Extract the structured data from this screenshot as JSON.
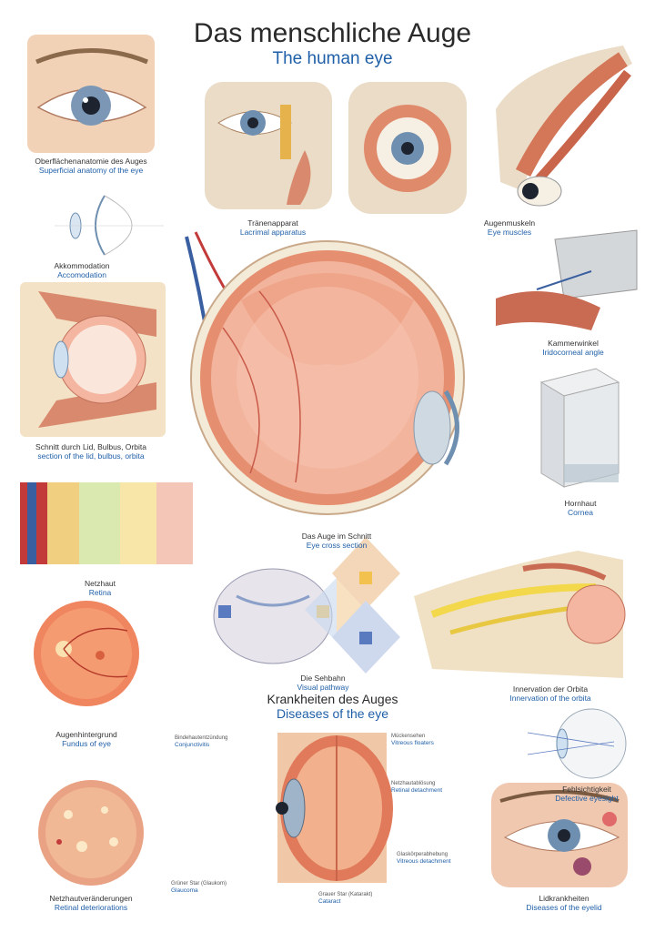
{
  "header": {
    "title_de": "Das menschliche Auge",
    "title_en": "The human eye"
  },
  "captions": [
    {
      "id": "superficial",
      "de": "Oberflächenanatomie des Auges",
      "en": "Superficial anatomy of the eye"
    },
    {
      "id": "lacrimal",
      "de": "Tränenapparat",
      "en": "Lacrimal apparatus"
    },
    {
      "id": "muscles",
      "de": "Augenmuskeln",
      "en": "Eye muscles"
    },
    {
      "id": "accommodation",
      "de": "Akkommodation",
      "en": "Accomodation"
    },
    {
      "id": "iridocorneal",
      "de": "Kammerwinkel",
      "en": "Iridocorneal angle"
    },
    {
      "id": "section",
      "de": "Schnitt durch Lid, Bulbus, Orbita",
      "en": "section of the lid, bulbus, orbita"
    },
    {
      "id": "cornea",
      "de": "Hornhaut",
      "en": "Cornea"
    },
    {
      "id": "cross",
      "de": "Das Auge im Schnitt",
      "en": "Eye cross section"
    },
    {
      "id": "retina",
      "de": "Netzhaut",
      "en": "Retina"
    },
    {
      "id": "visual",
      "de": "Die Sehbahn",
      "en": "Visual pathway"
    },
    {
      "id": "orbita",
      "de": "Innervation der Orbita",
      "en": "Innervation of the orbita"
    },
    {
      "id": "fundus",
      "de": "Augenhintergrund",
      "en": "Fundus of eye"
    },
    {
      "id": "defective",
      "de": "Fehlsichtigkeit",
      "en": "Defective eyesight"
    },
    {
      "id": "deterior",
      "de": "Netzhautveränderungen",
      "en": "Retinal deteriorations"
    },
    {
      "id": "eyelid",
      "de": "Lidkrankheiten",
      "en": "Diseases of the eyelid"
    }
  ],
  "diseases": {
    "title_de": "Krankheiten des Auges",
    "title_en": "Diseases of the eye",
    "labels": [
      {
        "de": "Bindehautentzündung",
        "en": "Conjunctivitis"
      },
      {
        "de": "Mückensehen",
        "en": "Vitreous floaters"
      },
      {
        "de": "Netzhautablösung",
        "en": "Retinal detachment"
      },
      {
        "de": "Glaskörperabhebung",
        "en": "Vitreous detachment"
      },
      {
        "de": "Grüner Star (Glaukom)",
        "en": "Glaucoma"
      },
      {
        "de": "Grauer Star (Katarakt)",
        "en": "Cataract"
      }
    ]
  },
  "colors": {
    "title_blue": "#1f5fa8",
    "tissue_red": "#d9775a",
    "tissue_pink": "#f0b9a0",
    "bone": "#e8dcc0",
    "iris_blue": "#6f8fb0"
  }
}
